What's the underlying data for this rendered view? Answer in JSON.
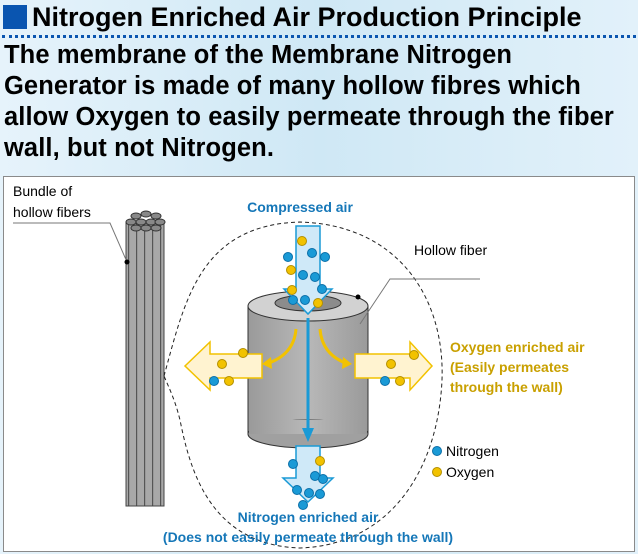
{
  "title": "Nitrogen Enriched Air Production Principle",
  "description": "The membrane of the Membrane Nitrogen Generator is made of many hollow fibres which allow Oxygen to easily permeate through the fiber wall, but not Nitrogen.",
  "diagram": {
    "bundle_label_1": "Bundle of",
    "bundle_label_2": "hollow fibers",
    "compressed_air": "Compressed air",
    "hollow_fiber": "Hollow fiber",
    "oxygen_air_1": "Oxygen enriched air",
    "oxygen_air_2": "(Easily permeates",
    "oxygen_air_3": "through the wall)",
    "nitrogen_air_1": "Nitrogen enriched air",
    "nitrogen_air_2": "(Does not easily permeate through the wall)",
    "legend_nitrogen": "Nitrogen",
    "legend_oxygen": "Oxygen"
  },
  "colors": {
    "nitrogen": "#1a9ad6",
    "oxygen": "#f2c200",
    "blue_text": "#1577b8",
    "gold_text": "#c9a000"
  }
}
